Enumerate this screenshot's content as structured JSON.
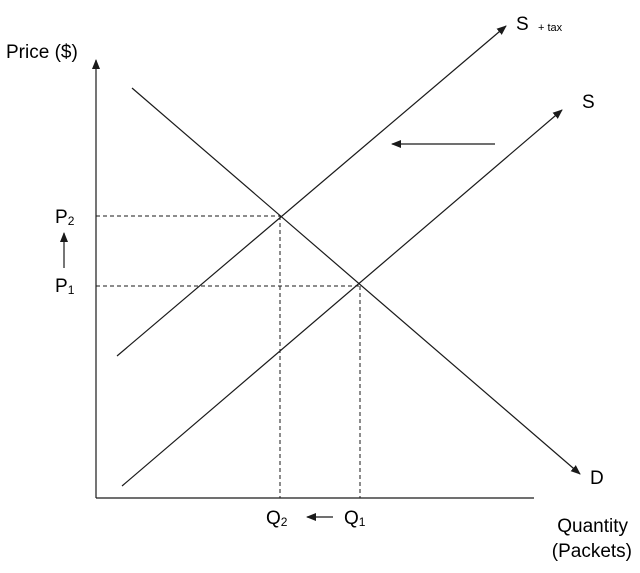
{
  "axes": {
    "y_label": "Price ($)",
    "x_label_line1": "Quantity",
    "x_label_line2": "(Packets)"
  },
  "curves": {
    "supply": {
      "label": "S"
    },
    "supply_tax": {
      "label": "S",
      "suffix": "+ tax"
    },
    "demand": {
      "label": "D"
    }
  },
  "price_levels": {
    "p2": {
      "letter": "P",
      "sub": "2"
    },
    "p1": {
      "letter": "P",
      "sub": "1"
    }
  },
  "quantity_levels": {
    "q2": {
      "letter": "Q",
      "sub": "2"
    },
    "q1": {
      "letter": "Q",
      "sub": "1"
    }
  },
  "colors": {
    "line": "#1a1a1a",
    "text": "#000000",
    "background": "#ffffff"
  }
}
